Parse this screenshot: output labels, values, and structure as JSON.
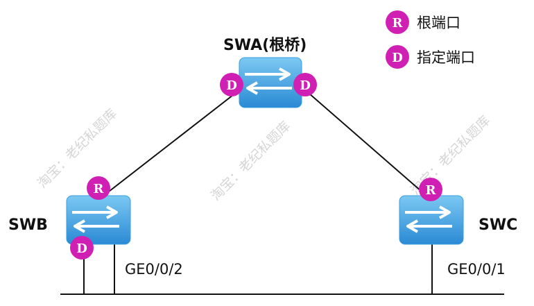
{
  "legend": {
    "root": {
      "letter": "R",
      "label": "根端口"
    },
    "designated": {
      "letter": "D",
      "label": "指定端口"
    }
  },
  "switches": {
    "swa": {
      "label": "SWA(根桥)"
    },
    "swb": {
      "label": "SWB"
    },
    "swc": {
      "label": "SWC"
    }
  },
  "ports": {
    "swb_port": "GE0/0/2",
    "swc_port": "GE0/0/1"
  },
  "badges": {
    "swa_left": "D",
    "swa_right": "D",
    "swb_top": "R",
    "swb_bottom": "D",
    "swc_top": "R"
  },
  "watermark": "淘宝：老纪私题库",
  "colors": {
    "badge": "#d020b4",
    "switch_top": "#5ab8ec",
    "switch_bottom": "#2b8fd6",
    "line": "#111111"
  }
}
